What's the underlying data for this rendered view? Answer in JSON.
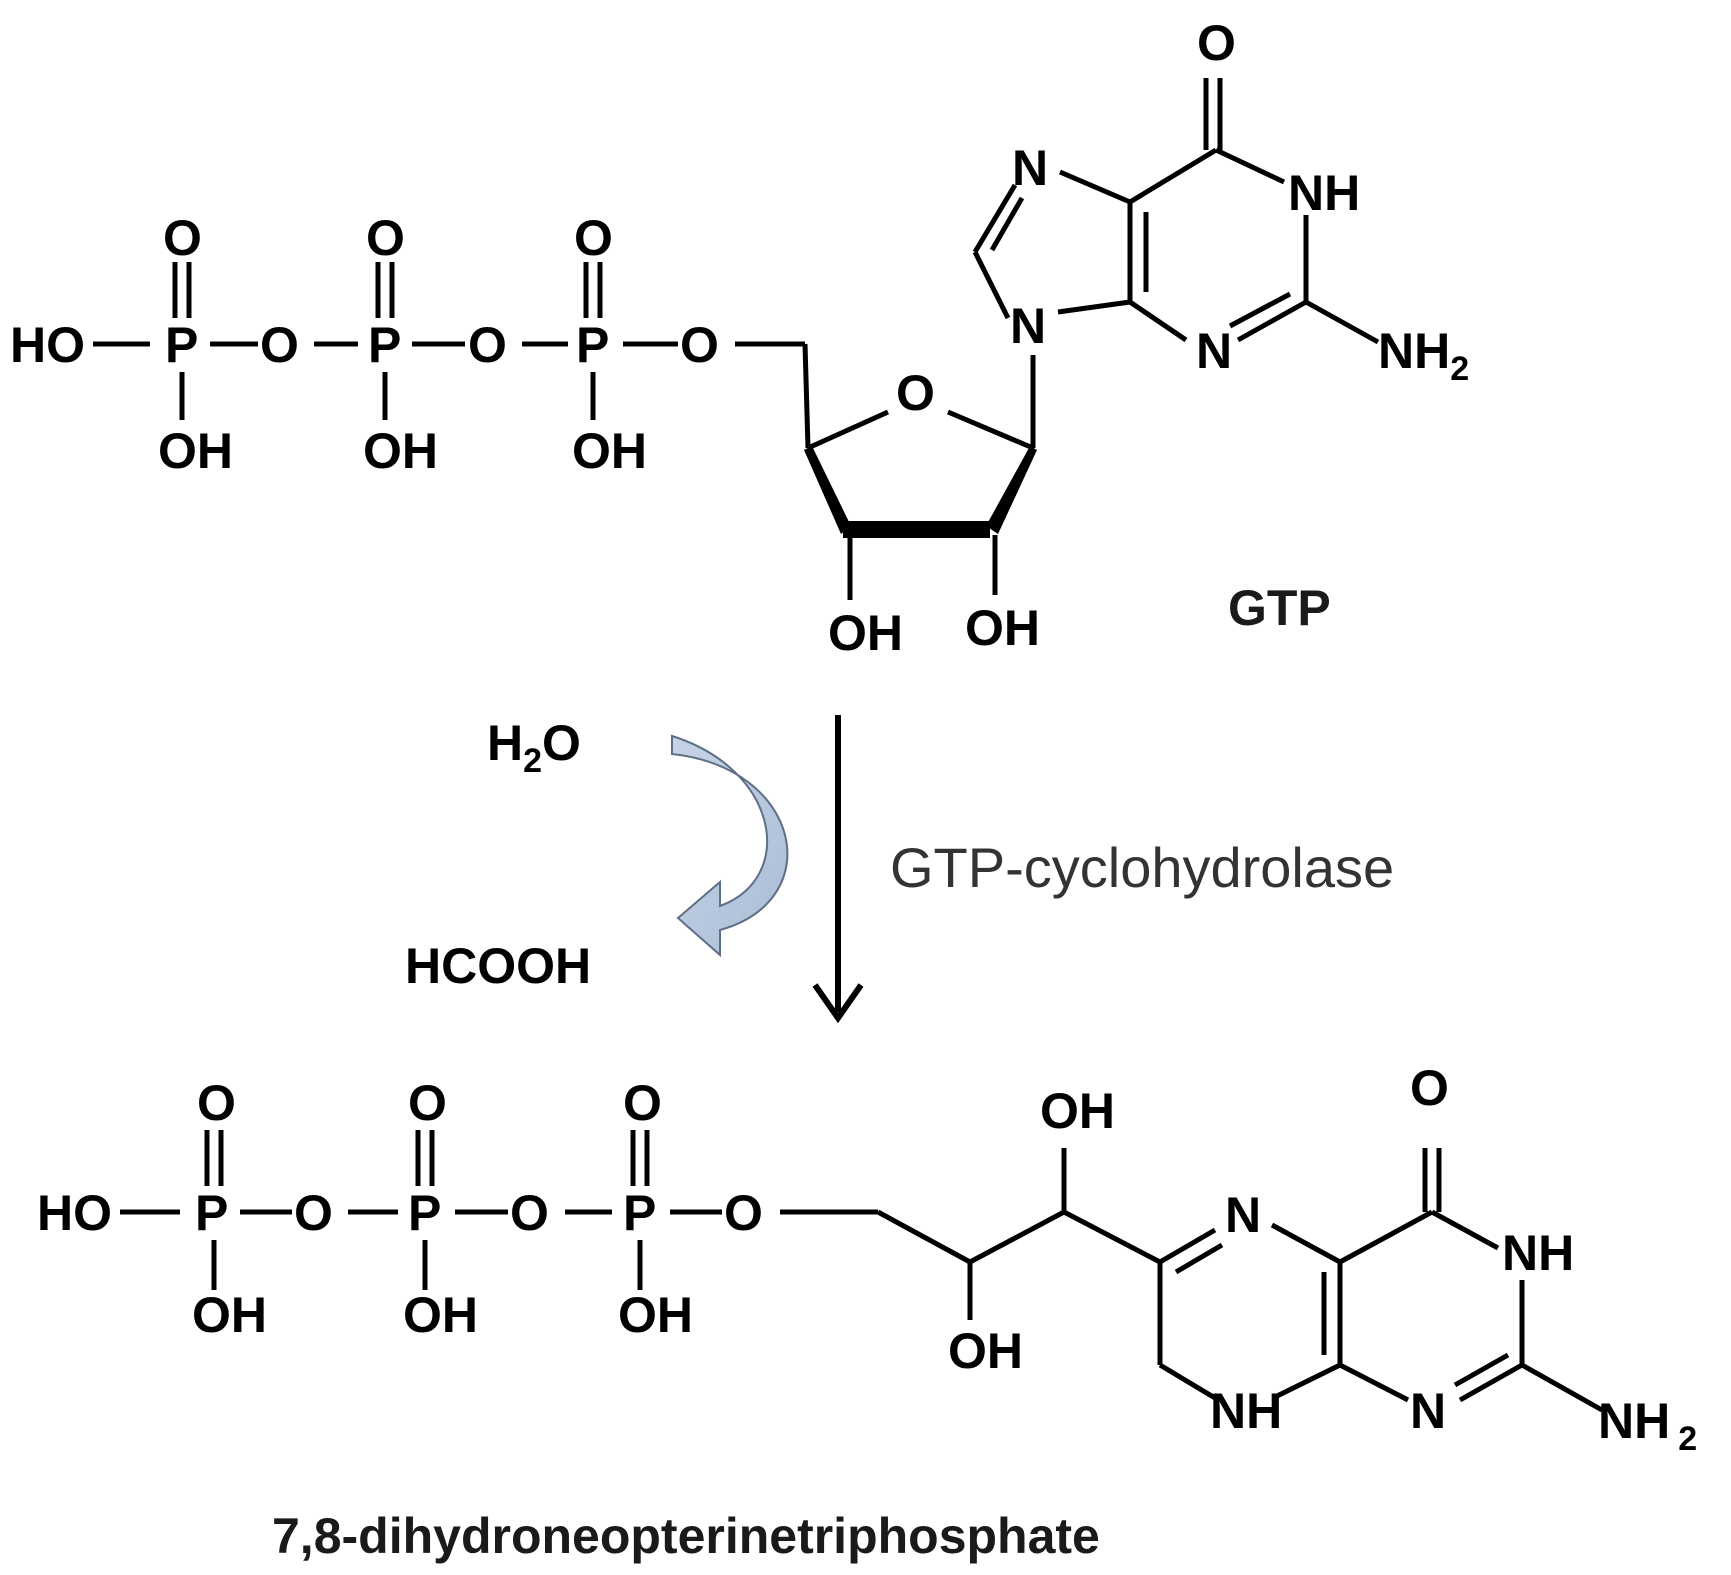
{
  "atoms": {
    "ho": "HO",
    "oh": "OH",
    "p": "P",
    "o": "O",
    "n": "N",
    "nh": "NH",
    "nh2_main": "NH",
    "nh2_sub": "2"
  },
  "reaction": {
    "reactant_name": "GTP",
    "product_name": "7,8-dihydroneopterinetriphosphate",
    "enzyme": "GTP-cyclohydrolase",
    "cosubstrate_main": "H",
    "cosubstrate_sub": "2",
    "cosubstrate_tail": "O",
    "byproduct": "HCOOH"
  },
  "colors": {
    "curved_arrow_fill": "#b9c9de",
    "curved_arrow_stroke": "#5e6f86",
    "ink": "#000000"
  }
}
